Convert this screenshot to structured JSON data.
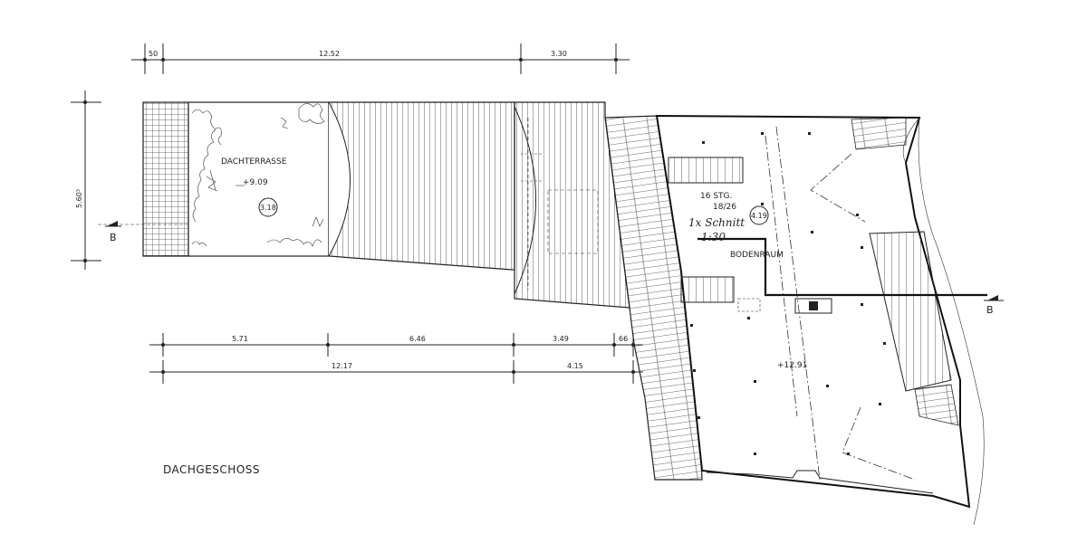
{
  "plan": {
    "title": "DACHGESCHOSS",
    "section_marker": "B",
    "top_dims": [
      "50",
      "12.52",
      "3.30"
    ],
    "left_dim": "5.60³",
    "bottom_dims_row1": [
      "5.71",
      "6.46",
      "3.49",
      "66"
    ],
    "bottom_dims_row2": [
      "12.17",
      "4.15"
    ],
    "terrace": {
      "name": "DACHTERRASSE",
      "level": "+9.09",
      "room_no": "3.18"
    },
    "attic": {
      "stairs": "16 STG.",
      "stairs_ratio": "18/26",
      "name": "BODENRAUM",
      "room_no": "4.19",
      "level": "+12.91",
      "note_line1": "1x Schnitt",
      "note_line2": "1:30"
    }
  }
}
